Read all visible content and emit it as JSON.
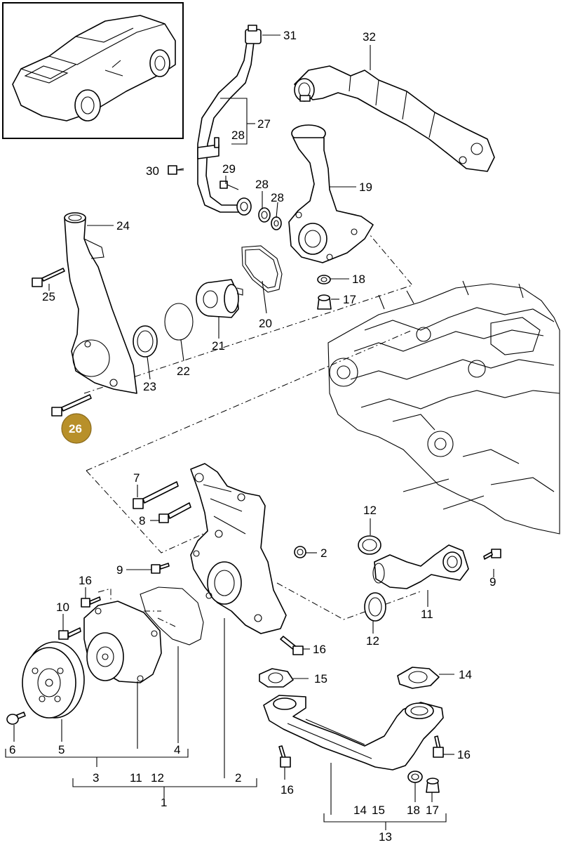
{
  "labels": {
    "p31": "31",
    "p32": "32",
    "p27": "27",
    "p28a": "28",
    "p28b": "28",
    "p28c": "28",
    "p29": "29",
    "p30": "30",
    "p19": "19",
    "p24": "24",
    "p25": "25",
    "p18": "18",
    "p17a": "17",
    "p20": "20",
    "p21": "21",
    "p22": "22",
    "p23": "23",
    "p26": "26",
    "p7": "7",
    "p8": "8",
    "p2a": "2",
    "p9a": "9",
    "p12a": "12",
    "p9b": "9",
    "p11a": "11",
    "p12b": "12",
    "p16a": "16",
    "p10": "10",
    "p16b": "16",
    "p15": "15",
    "p14a": "14",
    "p16c": "16",
    "p6": "6",
    "p5": "5",
    "p4": "4",
    "p3": "3",
    "p11b": "11",
    "p12c": "12",
    "p2b": "2",
    "p1": "1",
    "p16d": "16",
    "p14b": "14",
    "p15b": "15",
    "p18b": "18",
    "p17b": "17",
    "p13": "13"
  },
  "highlight": {
    "part": "26",
    "color": "#b8902a"
  }
}
